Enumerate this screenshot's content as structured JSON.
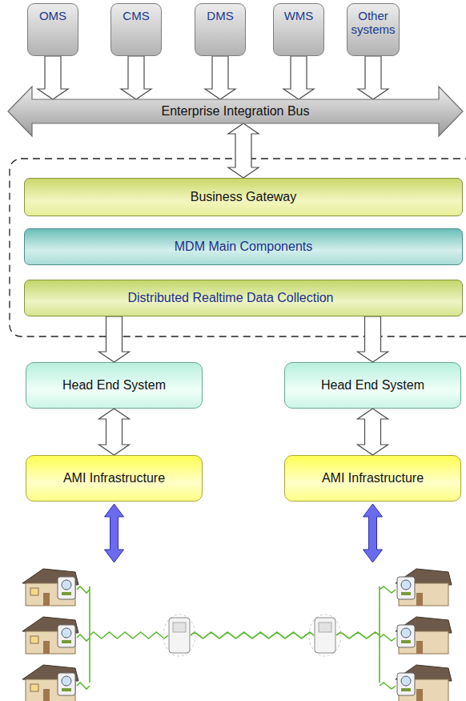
{
  "diagram": {
    "nodes": [
      {
        "text": [
          "OMS"
        ]
      },
      {
        "text": [
          "CMS"
        ]
      },
      {
        "text": [
          "DMS"
        ]
      },
      {
        "text": [
          "WMS"
        ]
      },
      {
        "text": [
          "Other systems"
        ]
      },
      {
        "text": [
          "Enterprise Integration Bus"
        ]
      },
      {
        "text": [
          "Business Gateway"
        ]
      },
      {
        "text": [
          "MDM Main Components"
        ]
      },
      {
        "text": [
          "Distributed Realtime Data Collection"
        ]
      },
      {
        "text": [
          "Head End System"
        ]
      },
      {
        "text": [
          "Head End System"
        ]
      },
      {
        "text": [
          "AMI Infrastructure"
        ]
      },
      {
        "text": [
          "AMI Infrastructure"
        ]
      }
    ],
    "edges": [
      {
        "from": 0,
        "to": 5,
        "arrow": "to"
      },
      {
        "from": 1,
        "to": 5,
        "arrow": "to"
      },
      {
        "from": 2,
        "to": 5,
        "arrow": "to"
      },
      {
        "from": 3,
        "to": 5,
        "arrow": "to"
      },
      {
        "from": 4,
        "to": 5,
        "arrow": "to"
      },
      {
        "from": 5,
        "to": 6,
        "arrow": "both"
      },
      {
        "from": 8,
        "to": 9,
        "arrow": "to"
      },
      {
        "from": 8,
        "to": 10,
        "arrow": "to"
      },
      {
        "from": 9,
        "to": 11,
        "arrow": "both"
      },
      {
        "from": 10,
        "to": 12,
        "arrow": "both"
      }
    ]
  }
}
